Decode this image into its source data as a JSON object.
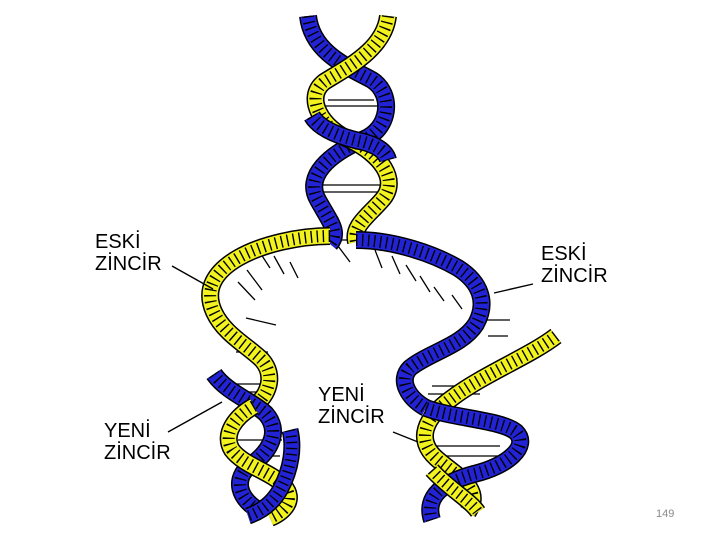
{
  "labels": {
    "old_left": {
      "line1": "ESKİ",
      "line2": "ZİNCİR"
    },
    "old_right": {
      "line1": "ESKİ",
      "line2": "ZİNCİR"
    },
    "new_left": {
      "line1": "YENİ",
      "line2": "ZİNCİR"
    },
    "new_middle": {
      "line1": "YENİ",
      "line2": "ZİNCİR"
    }
  },
  "page_number": "149",
  "colors": {
    "blue_strand": "#2323d6",
    "yellow_strand": "#f2f21e",
    "outline": "#000000",
    "background": "#ffffff"
  }
}
